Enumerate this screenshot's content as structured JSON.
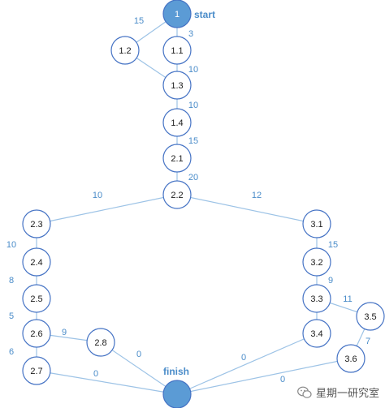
{
  "colors": {
    "edge": "#9dc3e6",
    "node_stroke": "#4472c4",
    "node_fill": "#ffffff",
    "terminal_fill": "#5b9bd5",
    "weight_text": "#4a8cc9",
    "label_text": "#4a8cc9",
    "node_text": "#1a1a1a"
  },
  "nodes": [
    {
      "id": "1",
      "label": "1",
      "terminal": true
    },
    {
      "id": "1.1",
      "label": "1.1"
    },
    {
      "id": "1.2",
      "label": "1.2"
    },
    {
      "id": "1.3",
      "label": "1.3"
    },
    {
      "id": "1.4",
      "label": "1.4"
    },
    {
      "id": "2.1",
      "label": "2.1"
    },
    {
      "id": "2.2",
      "label": "2.2"
    },
    {
      "id": "2.3",
      "label": "2.3"
    },
    {
      "id": "2.4",
      "label": "2.4"
    },
    {
      "id": "2.5",
      "label": "2.5"
    },
    {
      "id": "2.6",
      "label": "2.6"
    },
    {
      "id": "2.7",
      "label": "2.7"
    },
    {
      "id": "2.8",
      "label": "2.8"
    },
    {
      "id": "3.1",
      "label": "3.1"
    },
    {
      "id": "3.2",
      "label": "3.2"
    },
    {
      "id": "3.3",
      "label": "3.3"
    },
    {
      "id": "3.4",
      "label": "3.4"
    },
    {
      "id": "3.5",
      "label": "3.5"
    },
    {
      "id": "3.6",
      "label": "3.6"
    },
    {
      "id": "F",
      "label": "",
      "terminal": true
    }
  ],
  "edges": [
    {
      "from": "1",
      "to": "1.1",
      "weight": "3"
    },
    {
      "from": "1",
      "to": "1.2",
      "weight": "15"
    },
    {
      "from": "1.1",
      "to": "1.3",
      "weight": "10"
    },
    {
      "from": "1.2",
      "to": "1.3",
      "weight": ""
    },
    {
      "from": "1.3",
      "to": "1.4",
      "weight": "10"
    },
    {
      "from": "1.4",
      "to": "2.1",
      "weight": "15"
    },
    {
      "from": "2.1",
      "to": "2.2",
      "weight": "20"
    },
    {
      "from": "2.2",
      "to": "2.3",
      "weight": "10"
    },
    {
      "from": "2.2",
      "to": "3.1",
      "weight": "12"
    },
    {
      "from": "2.3",
      "to": "2.4",
      "weight": "10"
    },
    {
      "from": "2.4",
      "to": "2.5",
      "weight": "8"
    },
    {
      "from": "2.5",
      "to": "2.6",
      "weight": "5"
    },
    {
      "from": "2.6",
      "to": "2.7",
      "weight": "6"
    },
    {
      "from": "2.6",
      "to": "2.8",
      "weight": "9"
    },
    {
      "from": "2.7",
      "to": "F",
      "weight": "0"
    },
    {
      "from": "2.8",
      "to": "F",
      "weight": "0"
    },
    {
      "from": "3.1",
      "to": "3.2",
      "weight": "15"
    },
    {
      "from": "3.2",
      "to": "3.3",
      "weight": "9"
    },
    {
      "from": "3.3",
      "to": "3.4",
      "weight": ""
    },
    {
      "from": "3.3",
      "to": "3.5",
      "weight": "11"
    },
    {
      "from": "3.5",
      "to": "3.6",
      "weight": "7"
    },
    {
      "from": "3.4",
      "to": "F",
      "weight": "0"
    },
    {
      "from": "3.6",
      "to": "F",
      "weight": "0"
    }
  ],
  "labels": {
    "start": "start",
    "finish": "finish"
  },
  "watermark": {
    "text": "星期一研究室"
  }
}
